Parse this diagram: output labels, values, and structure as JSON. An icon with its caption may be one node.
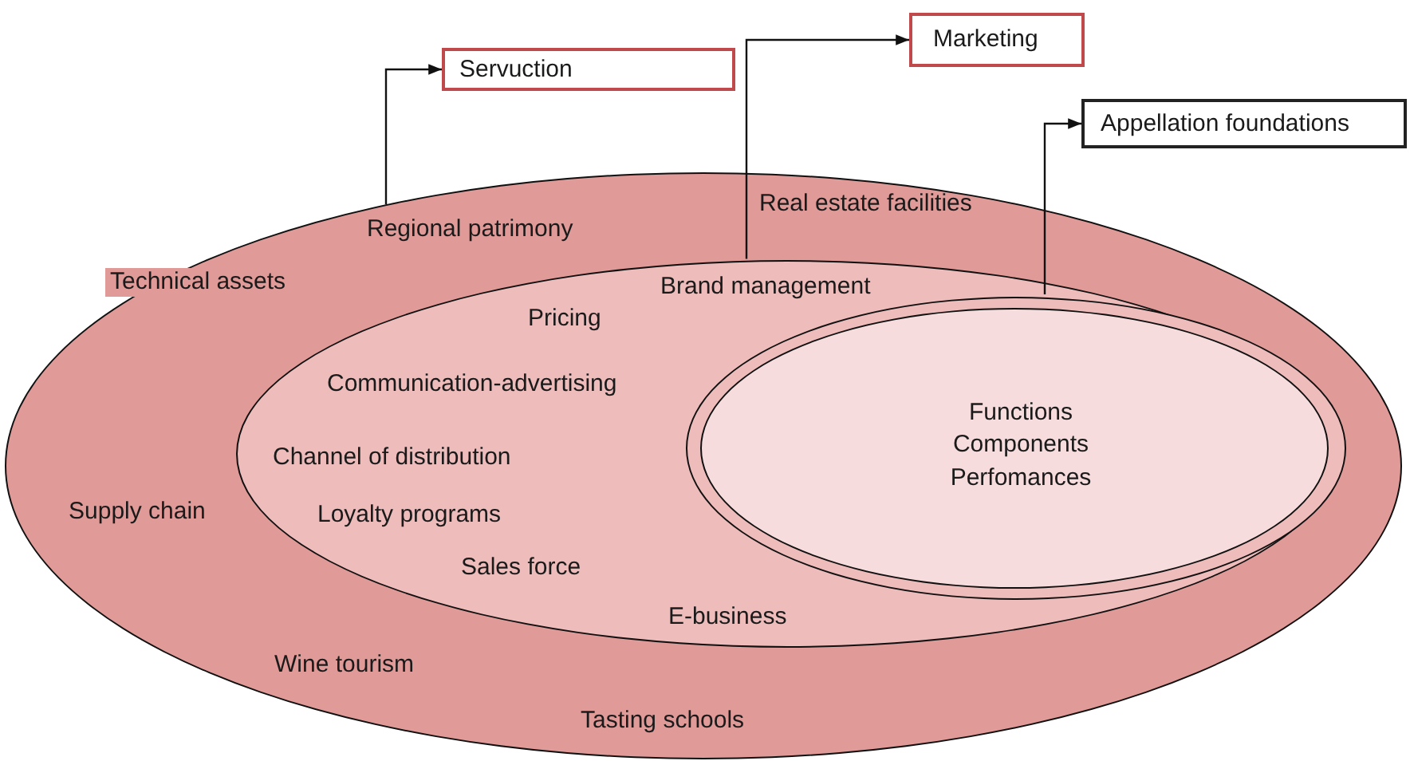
{
  "diagram": {
    "nodes": [
      {
        "text": [
          "Regional patrimony",
          "Technical assets",
          "Real estate facilities",
          "Supply chain",
          "Wine tourism",
          "Tasting schools"
        ]
      },
      {
        "text": [
          "Brand management",
          "Pricing",
          "Communication-advertising",
          "Channel of distribution",
          "Loyalty programs",
          "Sales force",
          "E-business"
        ],
        "in": 0
      },
      {
        "text": [],
        "shape": "ellipse",
        "in": 1
      },
      {
        "text": [
          "Functions",
          "Components",
          "Perfomances"
        ],
        "in": 2
      },
      {
        "text": [
          "Servuction"
        ]
      },
      {
        "text": [
          "Marketing"
        ]
      },
      {
        "text": [
          "Appellation foundations"
        ]
      }
    ],
    "edges": [
      {
        "from": 0,
        "to": 4,
        "arrow": "to"
      },
      {
        "from": 1,
        "to": 5,
        "arrow": "to"
      },
      {
        "from": 2,
        "to": 6,
        "arrow": "to"
      }
    ]
  }
}
